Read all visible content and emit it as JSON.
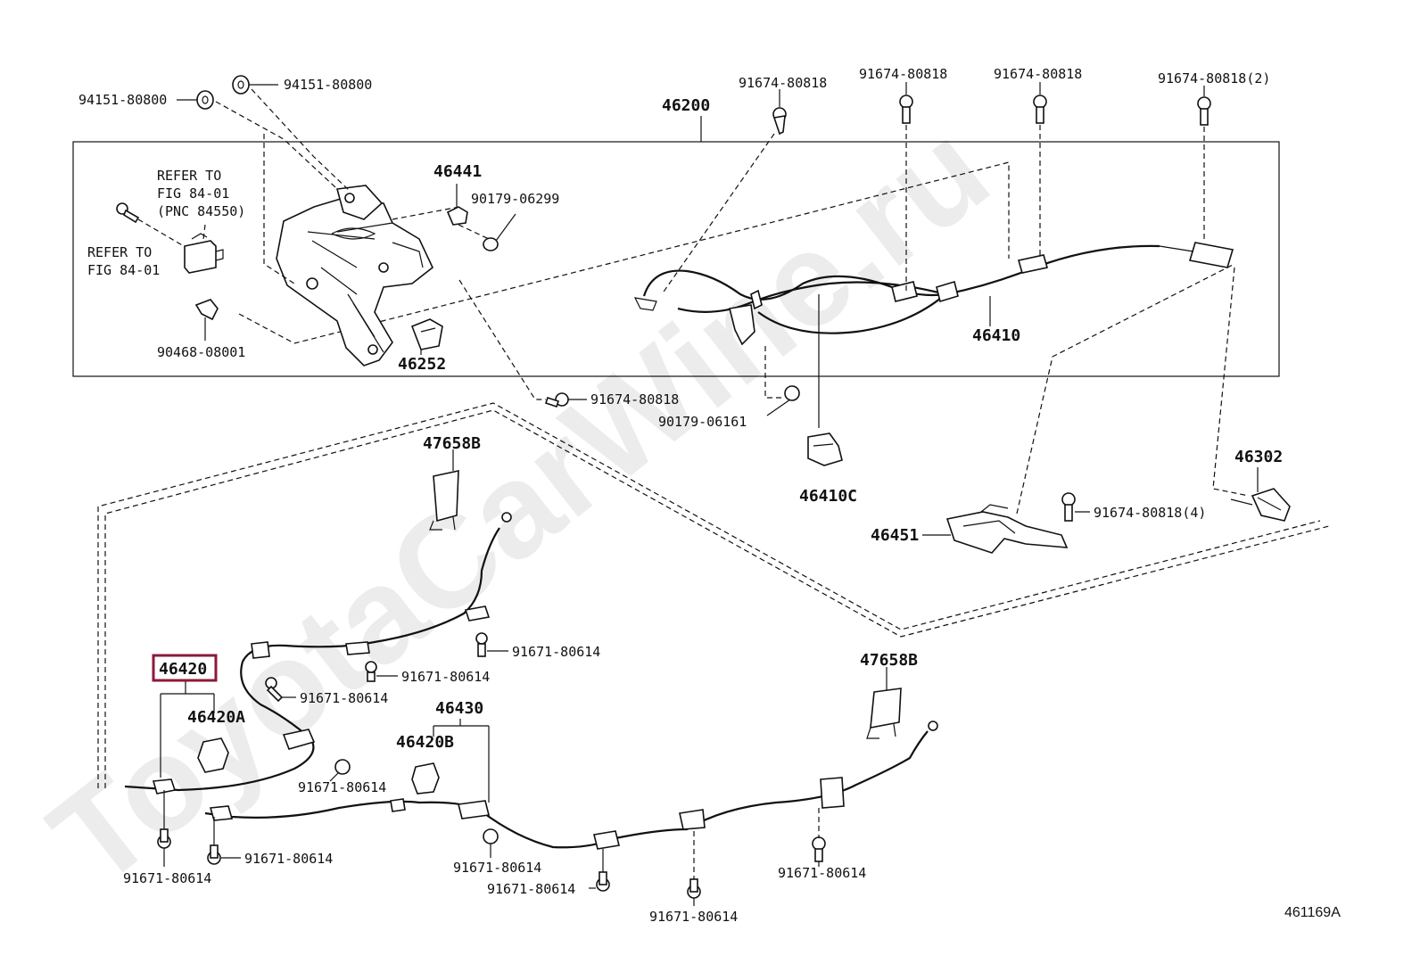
{
  "watermark": "ToyotaCarWine.ru",
  "figure_id": "461169A",
  "highlight_color": "#8b1a3a",
  "labels": {
    "p94151_a": "94151-80800",
    "p94151_b": "94151-80800",
    "p46200": "46200",
    "p91674_1": "91674-80818",
    "p91674_2": "91674-80818",
    "p91674_3": "91674-80818",
    "p91674_4": "91674-80818(2)",
    "refer1_l1": "REFER TO",
    "refer1_l2": "FIG 84-01",
    "refer1_l3": "(PNC 84550)",
    "refer2_l1": "REFER TO",
    "refer2_l2": "FIG 84-01",
    "p46441": "46441",
    "p90179_06299": "90179-06299",
    "p90468": "90468-08001",
    "p46252": "46252",
    "p46410": "46410",
    "p91674_5": "91674-80818",
    "p90179_06161": "90179-06161",
    "p46410C": "46410C",
    "p47658B_1": "47658B",
    "p46302": "46302",
    "p91674_6": "91674-80818(4)",
    "p46451": "46451",
    "p46420": "46420",
    "p46420A": "46420A",
    "p46430": "46430",
    "p46420B": "46420B",
    "p47658B_2": "47658B",
    "p91671_1": "91671-80614",
    "p91671_2": "91671-80614",
    "p91671_3": "91671-80614",
    "p91671_4": "91671-80614",
    "p91671_5": "91671-80614",
    "p91671_6": "91671-80614",
    "p91671_7": "91671-80614",
    "p91671_8": "91671-80614",
    "p91671_9": "91671-80614",
    "p91671_10": "91671-80614"
  }
}
